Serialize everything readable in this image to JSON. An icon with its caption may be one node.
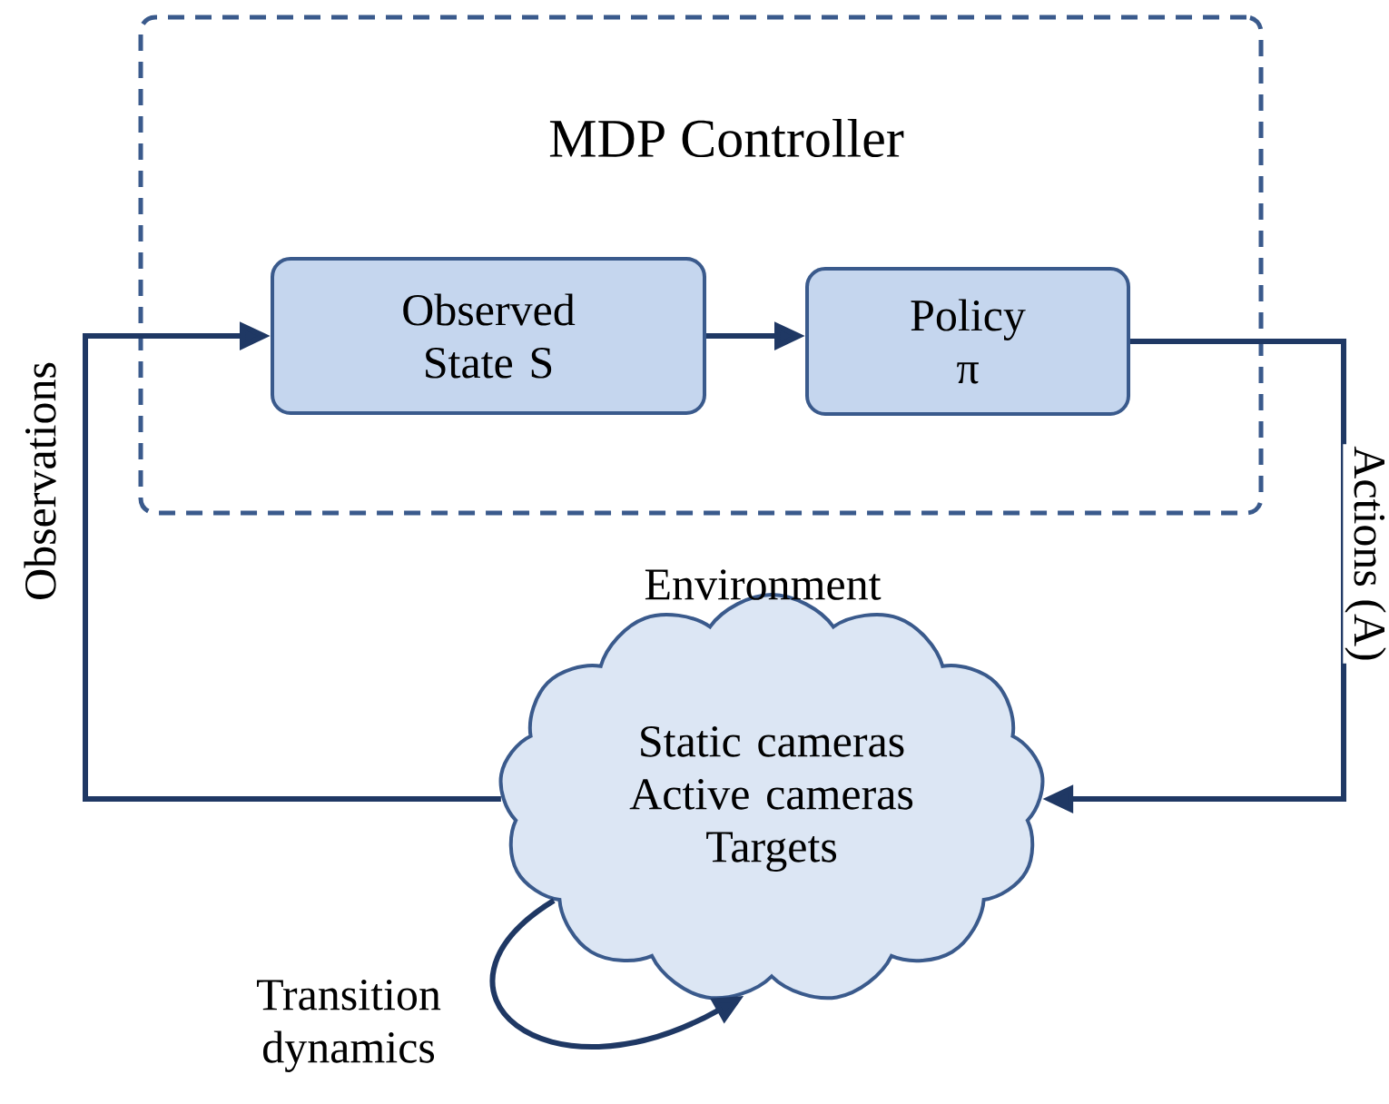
{
  "diagram": {
    "nodes": [
      {
        "text": [
          "MDP Controller"
        ]
      },
      {
        "text": [
          "Observed State S"
        ],
        "in": 0
      },
      {
        "text": [
          "Policy π"
        ],
        "in": 0
      },
      {
        "text": [
          "Environment",
          "Static cameras Active cameras Targets"
        ]
      }
    ],
    "edges": [
      {
        "from": 3,
        "to": 1,
        "arrow": "to",
        "label": "Observations"
      },
      {
        "from": 1,
        "to": 2,
        "arrow": "to"
      },
      {
        "from": 2,
        "to": 3,
        "arrow": "to",
        "label": "Actions (A)"
      },
      {
        "from": 3,
        "to": 3,
        "arrow": "to",
        "label": "Transition dynamics"
      }
    ]
  }
}
